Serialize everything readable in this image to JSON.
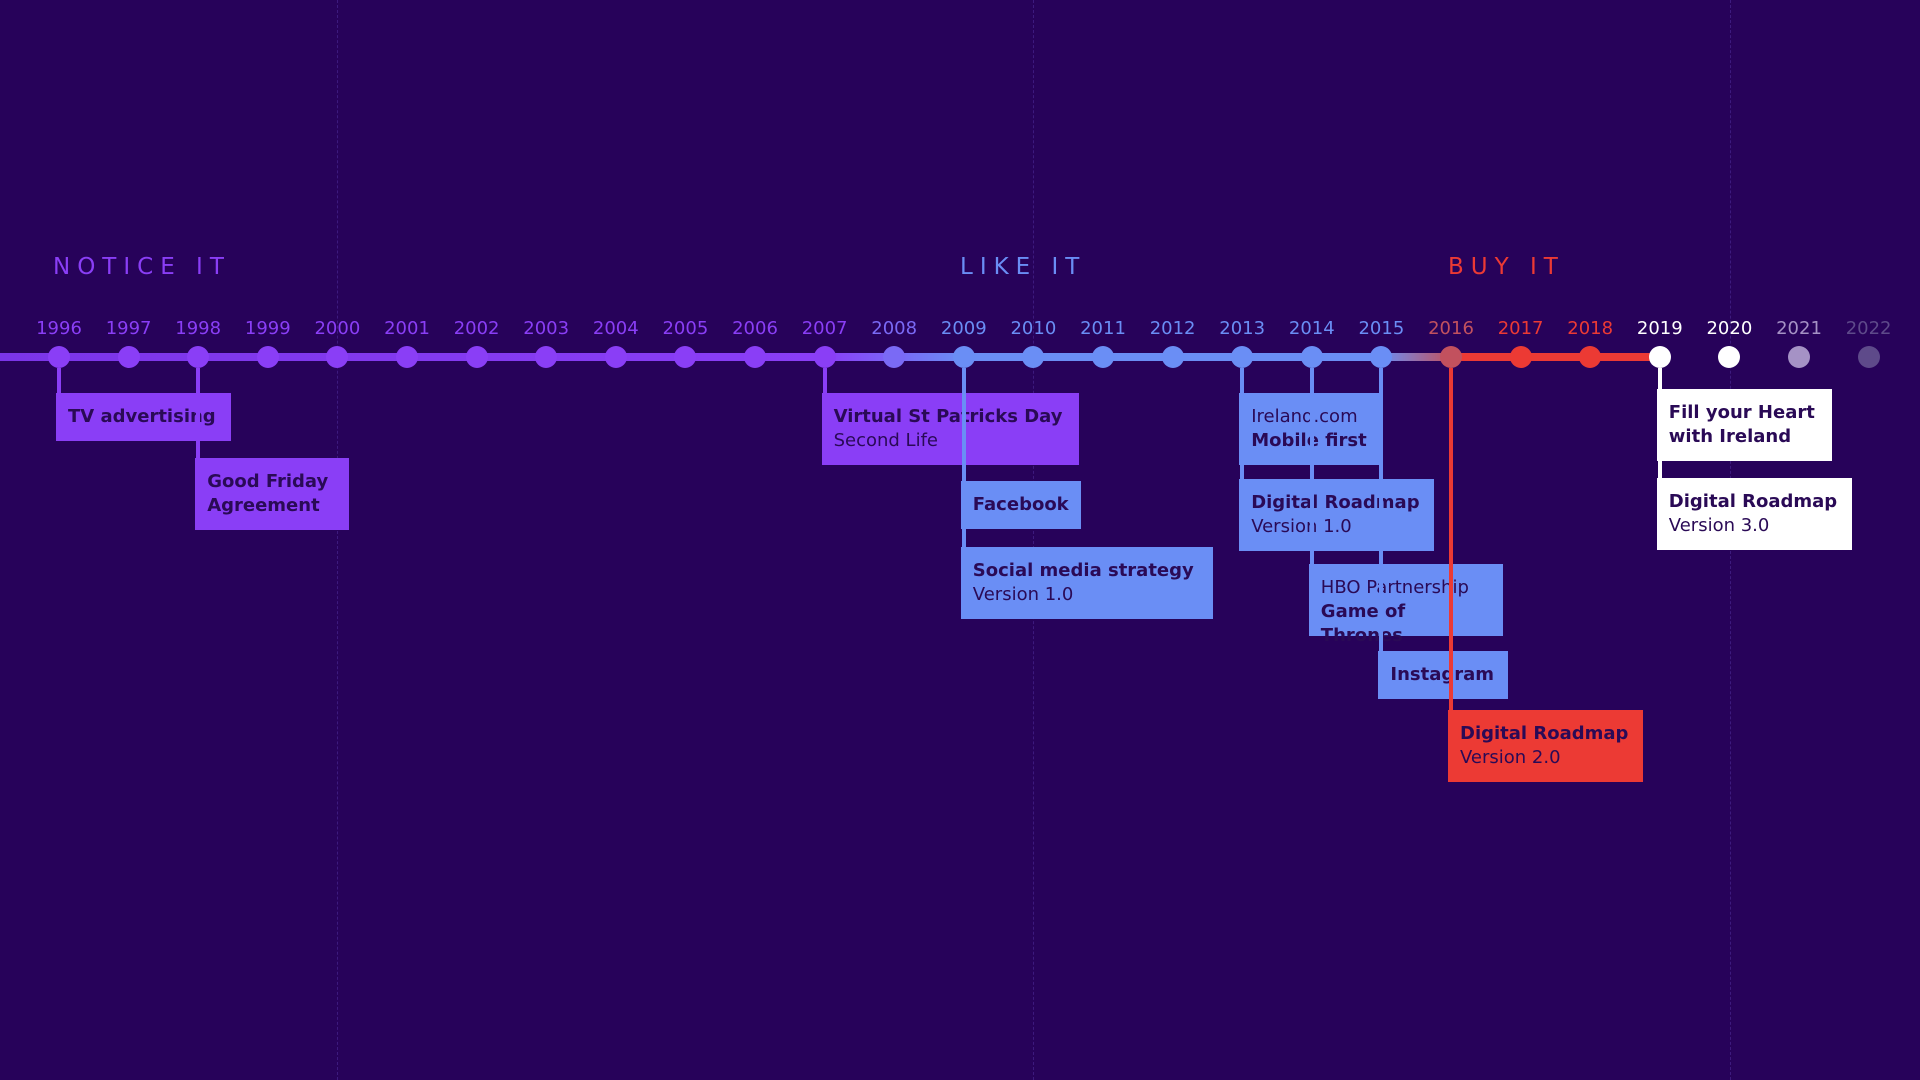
{
  "phases": [
    {
      "label": "NOTICE IT",
      "color": "#8a3ef6"
    },
    {
      "label": "LIKE IT",
      "color": "#6a8ef5"
    },
    {
      "label": "BUY IT",
      "color": "#ec3a34"
    }
  ],
  "years": [
    {
      "label": "1996",
      "color": "#8a3ef6"
    },
    {
      "label": "1997",
      "color": "#8a3ef6"
    },
    {
      "label": "1998",
      "color": "#8a3ef6"
    },
    {
      "label": "1999",
      "color": "#8a3ef6"
    },
    {
      "label": "2000",
      "color": "#8a3ef6"
    },
    {
      "label": "2001",
      "color": "#8a3ef6"
    },
    {
      "label": "2002",
      "color": "#8a3ef6"
    },
    {
      "label": "2003",
      "color": "#8a3ef6"
    },
    {
      "label": "2004",
      "color": "#8a3ef6"
    },
    {
      "label": "2005",
      "color": "#8a3ef6"
    },
    {
      "label": "2006",
      "color": "#8a3ef6"
    },
    {
      "label": "2007",
      "color": "#8a3ef6"
    },
    {
      "label": "2008",
      "color": "#7a6af5"
    },
    {
      "label": "2009",
      "color": "#6a8ef5"
    },
    {
      "label": "2010",
      "color": "#6a8ef5"
    },
    {
      "label": "2011",
      "color": "#6a8ef5"
    },
    {
      "label": "2012",
      "color": "#6a8ef5"
    },
    {
      "label": "2013",
      "color": "#6a8ef5"
    },
    {
      "label": "2014",
      "color": "#6a8ef5"
    },
    {
      "label": "2015",
      "color": "#6a8ef5"
    },
    {
      "label": "2016",
      "color": "#c2515e"
    },
    {
      "label": "2017",
      "color": "#ec3a34"
    },
    {
      "label": "2018",
      "color": "#ec3a34"
    },
    {
      "label": "2019",
      "color": "#ffffff"
    },
    {
      "label": "2020",
      "color": "#ffffff"
    },
    {
      "label": "2021",
      "color": "#a592c5"
    },
    {
      "label": "2022",
      "color": "#5e4a8a"
    }
  ],
  "events": [
    {
      "year": "1996",
      "bold": "TV advertising",
      "light": "",
      "color": "#8a3ef6"
    },
    {
      "year": "1998",
      "bold": "Good Friday Agreement",
      "light": "",
      "color": "#8a3ef6"
    },
    {
      "year": "2007",
      "bold": "Virtual St Patricks Day",
      "light": "Second Life",
      "color": "#8a3ef6"
    },
    {
      "year": "2009",
      "bold": "Facebook",
      "light": "",
      "color": "#6a8ef5"
    },
    {
      "year": "2009",
      "bold": "Social media strategy",
      "light": "Version 1.0",
      "color": "#6a8ef5"
    },
    {
      "year": "2013",
      "light_first": "Ireland.com",
      "bold": "Mobile first",
      "color": "#6a8ef5"
    },
    {
      "year": "2013",
      "bold": "Digital Roadmap",
      "light": "Version 1.0",
      "color": "#6a8ef5"
    },
    {
      "year": "2014",
      "light_first": "HBO Partnership",
      "bold": "Game of Thrones",
      "color": "#6a8ef5"
    },
    {
      "year": "2015",
      "bold": "Instagram",
      "light": "",
      "color": "#6a8ef5"
    },
    {
      "year": "2016",
      "bold": "Digital Roadmap",
      "light": "Version 2.0",
      "color": "#ec3a34"
    },
    {
      "year": "2019",
      "bold": "Fill your Heart with Ireland",
      "light": "",
      "color": "#ffffff"
    },
    {
      "year": "2019",
      "bold": "Digital Roadmap",
      "light": "Version 3.0",
      "color": "#ffffff"
    }
  ]
}
